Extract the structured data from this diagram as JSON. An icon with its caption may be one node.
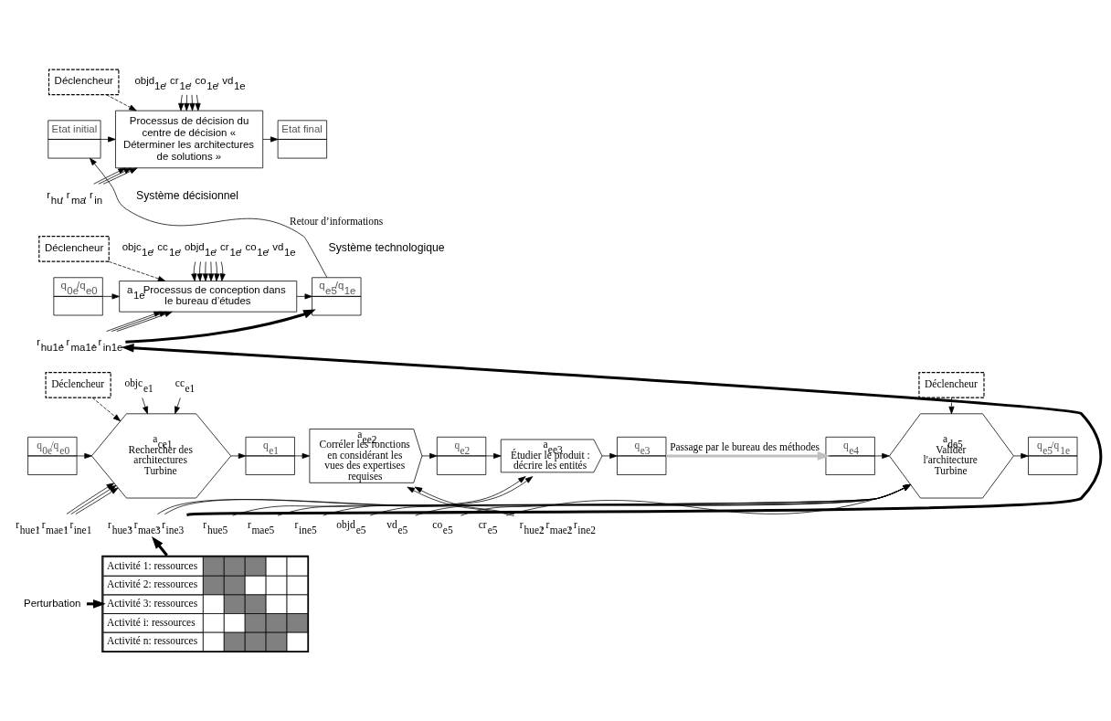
{
  "diagram": {
    "nodes": [
      {
        "text": [
          "Déclencheur"
        ]
      },
      {
        "text": [
          "Etat initial"
        ]
      },
      {
        "text": [
          "Processus de décision du centre de décision « Déterminer les architectures de solutions »"
        ]
      },
      {
        "text": [
          "Etat final"
        ]
      },
      {
        "text": [
          "objd$_{1e}$, cr$_{1e}$, co$_{1e}$, vd$_{1e}$"
        ]
      },
      {
        "text": [
          "r$_{hu}$, r$_{ma}$, r$_{in}$"
        ]
      },
      {
        "text": [
          "Déclencheur"
        ]
      },
      {
        "text": [
          "q$_{0e}$/q$_{e0}$"
        ]
      },
      {
        "text": [
          "a$_{1e}$",
          "Processus de conception dans le bureau d’études"
        ]
      },
      {
        "text": [
          "q$_{e5}$/q$_{1e}$"
        ]
      },
      {
        "text": [
          "objc$_{1e}$, cc$_{1e}$, objd$_{1e}$, cr$_{1e}$, co$_{1e}$, vd$_{1e}$"
        ]
      },
      {
        "text": [
          "r$_{hu1e}$, r$_{ma1e}$, r$_{in1e}$"
        ]
      },
      {
        "text": [
          "Déclencheur"
        ]
      },
      {
        "text": [
          "q$_{0e}$/q$_{e0}$"
        ]
      },
      {
        "text": [
          "a$_{ce1}$",
          "Rechercher des architectures Turbine"
        ]
      },
      {
        "text": [
          "objc$_{e1}$"
        ]
      },
      {
        "text": [
          "cc$_{e1}$"
        ]
      },
      {
        "text": [
          "r$_{hue1}$, r$_{mae1}$, r$_{ine1}$"
        ]
      },
      {
        "text": [
          "q$_{e1}$"
        ]
      },
      {
        "text": [
          "a$_{ee2}$",
          "Corréler les fonctions en considérant les vues des expertises requises"
        ]
      },
      {
        "text": [
          "r$_{hue2}$, r$_{mae2}$, r$_{ine2}$"
        ]
      },
      {
        "text": [
          "q$_{e2}$"
        ]
      },
      {
        "text": [
          "a$_{ee3}$",
          "Étudier le produit : décrire les entités"
        ]
      },
      {
        "text": [
          "r$_{hue3}$, r$_{mae3}$, r$_{ine3}$"
        ]
      },
      {
        "text": [
          "q$_{e3}$"
        ]
      },
      {
        "text": [
          "q$_{e4}$"
        ]
      },
      {
        "text": [
          "Déclencheur"
        ]
      },
      {
        "text": [
          "a$_{de5}$",
          "Valider l'architecture Turbine"
        ]
      },
      {
        "text": [
          "r$_{hue5}$"
        ]
      },
      {
        "text": [
          "r$_{mae5}$"
        ]
      },
      {
        "text": [
          "r$_{ine5}$"
        ]
      },
      {
        "text": [
          "objd$_{e5}$"
        ]
      },
      {
        "text": [
          "vd$_{e5}$"
        ]
      },
      {
        "text": [
          "co$_{e5}$"
        ]
      },
      {
        "text": [
          "cr$_{e5}$"
        ]
      },
      {
        "text": [
          "q$_{e5}$/q$_{1e}$"
        ]
      },
      {
        "text": [
          "Activité 1: ressources",
          "Activité 2: ressources",
          "Activité 3: ressources",
          "Activité i: ressources",
          "Activité n: ressources"
        ]
      },
      {
        "text": [
          "Perturbation"
        ]
      }
    ],
    "edges": [
      {
        "from": 0,
        "to": 2,
        "arrow": "to",
        "style": "dashed"
      },
      {
        "from": 1,
        "to": 2,
        "arrow": "to"
      },
      {
        "from": 2,
        "to": 3,
        "arrow": "to"
      },
      {
        "from": 4,
        "to": 2,
        "arrow": "to"
      },
      {
        "from": 4,
        "to": 2,
        "arrow": "to"
      },
      {
        "from": 4,
        "to": 2,
        "arrow": "to"
      },
      {
        "from": 4,
        "to": 2,
        "arrow": "to"
      },
      {
        "from": 5,
        "to": 2,
        "arrow": "to"
      },
      {
        "from": 5,
        "to": 2,
        "arrow": "to"
      },
      {
        "from": 5,
        "to": 2,
        "arrow": "to"
      },
      {
        "from": 9,
        "to": 1,
        "arrow": "to",
        "label": "Retour d’informations"
      },
      {
        "from": 6,
        "to": 8,
        "arrow": "to",
        "style": "dashed"
      },
      {
        "from": 7,
        "to": 8,
        "arrow": "to"
      },
      {
        "from": 8,
        "to": 9,
        "arrow": "to"
      },
      {
        "from": 10,
        "to": 8,
        "arrow": "to"
      },
      {
        "from": 10,
        "to": 8,
        "arrow": "to"
      },
      {
        "from": 10,
        "to": 8,
        "arrow": "to"
      },
      {
        "from": 10,
        "to": 8,
        "arrow": "to"
      },
      {
        "from": 10,
        "to": 8,
        "arrow": "to"
      },
      {
        "from": 10,
        "to": 8,
        "arrow": "to"
      },
      {
        "from": 11,
        "to": 8,
        "arrow": "to"
      },
      {
        "from": 11,
        "to": 8,
        "arrow": "to"
      },
      {
        "from": 11,
        "to": 8,
        "arrow": "to"
      },
      {
        "from": 11,
        "to": 9,
        "arrow": "to",
        "style": "thick"
      },
      {
        "from": 23,
        "to": 11,
        "arrow": "to",
        "style": "thick"
      },
      {
        "from": 36,
        "to": 23,
        "arrow": "to",
        "style": "thick"
      },
      {
        "from": 12,
        "to": 14,
        "arrow": "to",
        "style": "dashed"
      },
      {
        "from": 13,
        "to": 14,
        "arrow": "to"
      },
      {
        "from": 15,
        "to": 14,
        "arrow": "to"
      },
      {
        "from": 16,
        "to": 14,
        "arrow": "to"
      },
      {
        "from": 17,
        "to": 14,
        "arrow": "to"
      },
      {
        "from": 17,
        "to": 14,
        "arrow": "to"
      },
      {
        "from": 17,
        "to": 14,
        "arrow": "to"
      },
      {
        "from": 14,
        "to": 18,
        "arrow": "to"
      },
      {
        "from": 18,
        "to": 19,
        "arrow": "to"
      },
      {
        "from": 20,
        "to": 19,
        "arrow": "to"
      },
      {
        "from": 20,
        "to": 19,
        "arrow": "to"
      },
      {
        "from": 19,
        "to": 21,
        "arrow": "to"
      },
      {
        "from": 21,
        "to": 22,
        "arrow": "to"
      },
      {
        "from": 23,
        "to": 22,
        "arrow": "to"
      },
      {
        "from": 23,
        "to": 22,
        "arrow": "to"
      },
      {
        "from": 22,
        "to": 24,
        "arrow": "to"
      },
      {
        "from": 24,
        "to": 25,
        "arrow": "to",
        "style": "thick",
        "color": "#c0c0c0",
        "label": "Passage par le bureau des méthodes"
      },
      {
        "from": 25,
        "to": 27,
        "arrow": "to"
      },
      {
        "from": 26,
        "to": 27,
        "arrow": "to",
        "style": "dashed"
      },
      {
        "from": 28,
        "to": 27,
        "arrow": "to"
      },
      {
        "from": 29,
        "to": 27,
        "arrow": "to"
      },
      {
        "from": 30,
        "to": 27,
        "arrow": "to"
      },
      {
        "from": 31,
        "to": 27,
        "arrow": "to"
      },
      {
        "from": 32,
        "to": 27,
        "arrow": "to"
      },
      {
        "from": 33,
        "to": 27,
        "arrow": "to"
      },
      {
        "from": 34,
        "to": 27,
        "arrow": "to"
      },
      {
        "from": 27,
        "to": 35,
        "arrow": "to"
      },
      {
        "from": 37,
        "to": 36,
        "arrow": "to",
        "style": "thick"
      }
    ],
    "labels": [
      "Système décisionnel",
      "Système technologique"
    ]
  }
}
